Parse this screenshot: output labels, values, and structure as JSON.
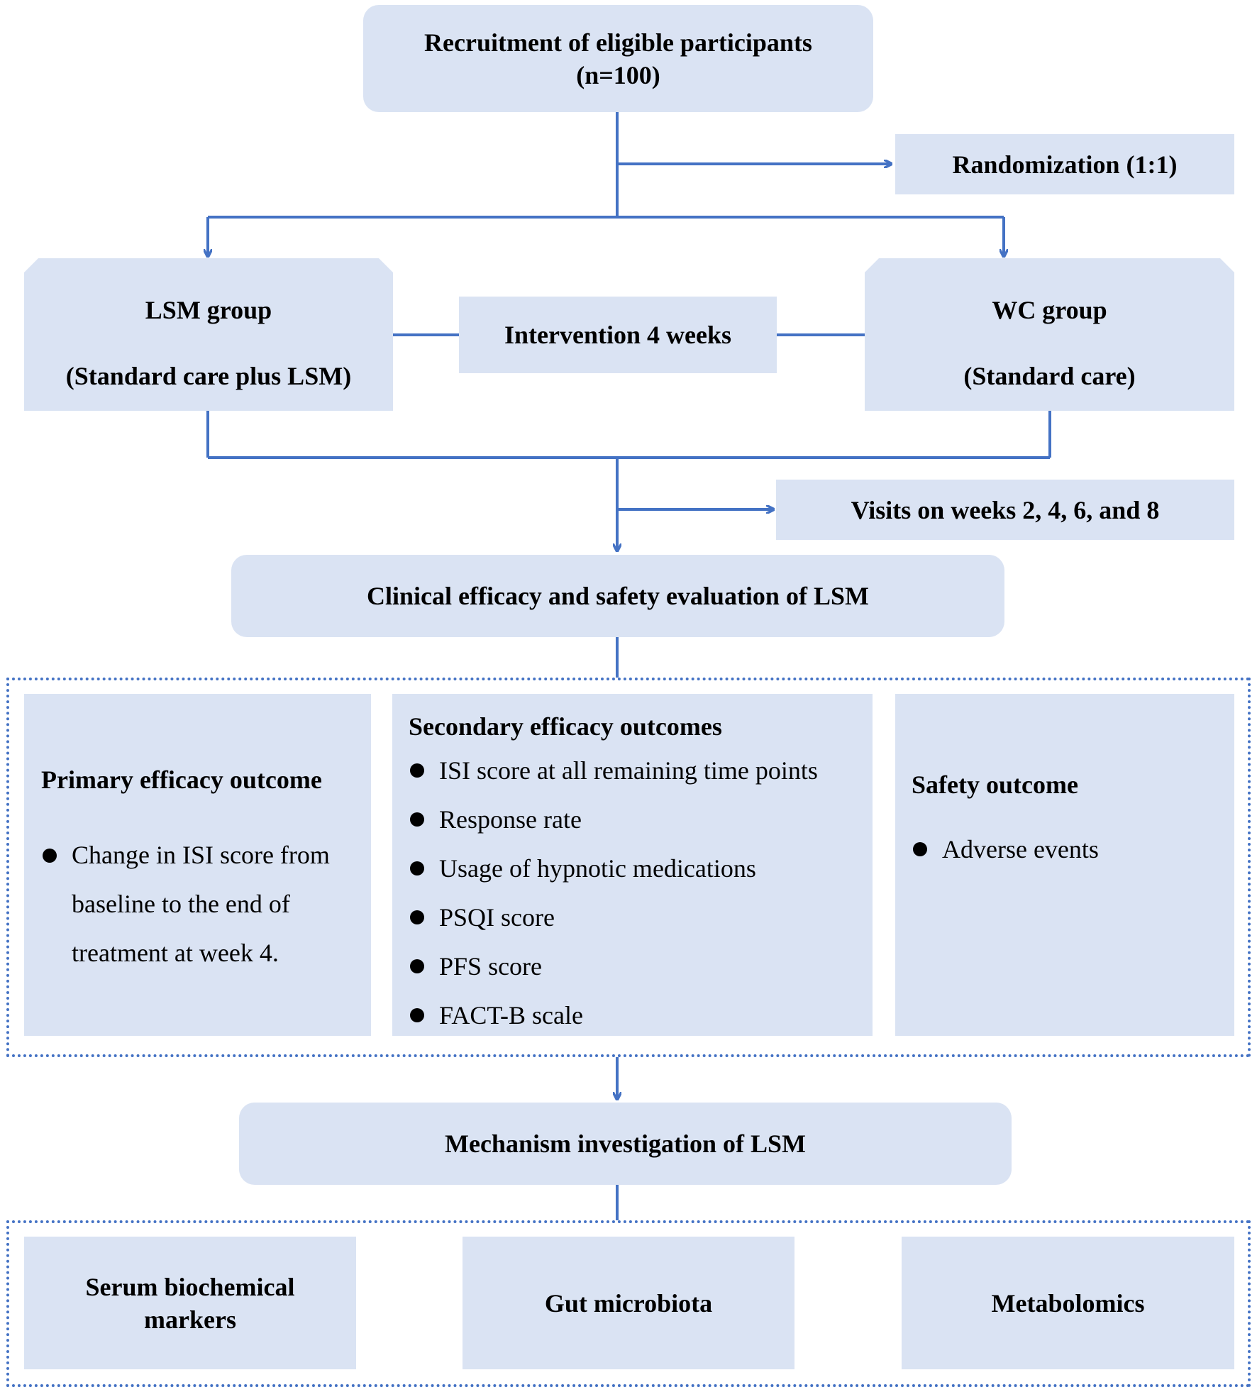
{
  "recruitment": {
    "line1": "Recruitment of eligible participants",
    "line2": "(n=100)"
  },
  "randomization": "Randomization (1:1)",
  "lsm_group": {
    "title": "LSM group",
    "subtitle": "(Standard care plus LSM)"
  },
  "intervention": "Intervention 4 weeks",
  "wc_group": {
    "title": "WC group",
    "subtitle": "(Standard care)"
  },
  "visits": "Visits on weeks 2, 4, 6, and 8",
  "clinical_eval": "Clinical efficacy and safety evaluation of LSM",
  "primary": {
    "title": "Primary efficacy outcome",
    "item": "Change in ISI score from baseline to the end of treatment at week 4."
  },
  "secondary": {
    "title": "Secondary efficacy outcomes",
    "items": [
      "ISI score at all remaining time points",
      "Response rate",
      "Usage of hypnotic medications",
      "PSQI score",
      "PFS score",
      "FACT-B scale"
    ]
  },
  "safety": {
    "title": "Safety outcome",
    "items": [
      "Adverse events"
    ]
  },
  "mechanism": "Mechanism investigation of LSM",
  "mechanism_items": {
    "serum_line1": "Serum biochemical",
    "serum_line2": "markers",
    "gut": "Gut microbiota",
    "metabolomics": "Metabolomics"
  },
  "colors": {
    "box_fill": "#dae3f3",
    "connector": "#4472c4"
  }
}
